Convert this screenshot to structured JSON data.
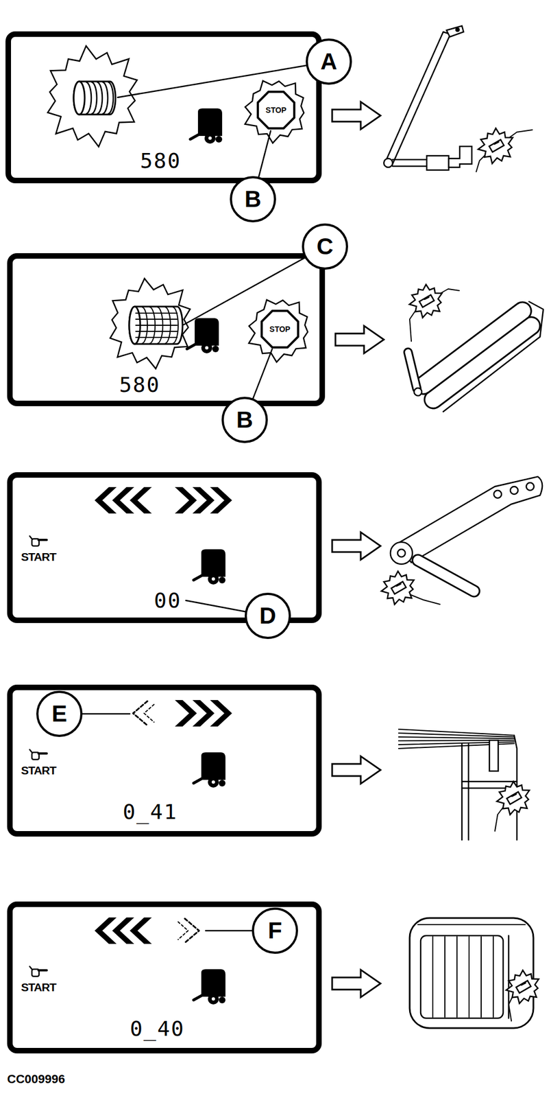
{
  "diagram": {
    "nodes": [
      {
        "text": [
          "580"
        ]
      },
      {
        "text": [
          "STOP"
        ],
        "in": 0
      },
      {
        "text": [
          "A"
        ]
      },
      {
        "text": [
          "B"
        ]
      },
      {
        "text": [
          "580"
        ]
      },
      {
        "text": [
          "STOP"
        ],
        "in": 4
      },
      {
        "text": [
          "C"
        ]
      },
      {
        "text": [
          "B"
        ]
      },
      {
        "text": [
          "START",
          "00"
        ]
      },
      {
        "text": [
          "D"
        ]
      },
      {
        "text": [
          "START",
          "0_41"
        ]
      },
      {
        "text": [
          "E"
        ]
      },
      {
        "text": [
          "START",
          "0_40"
        ]
      },
      {
        "text": [
          "F"
        ]
      }
    ],
    "edges": [
      {
        "from": 3,
        "to": 1,
        "arrow": "none"
      },
      {
        "from": 7,
        "to": 5,
        "arrow": "none"
      }
    ],
    "labels": [
      "CC009996"
    ]
  }
}
